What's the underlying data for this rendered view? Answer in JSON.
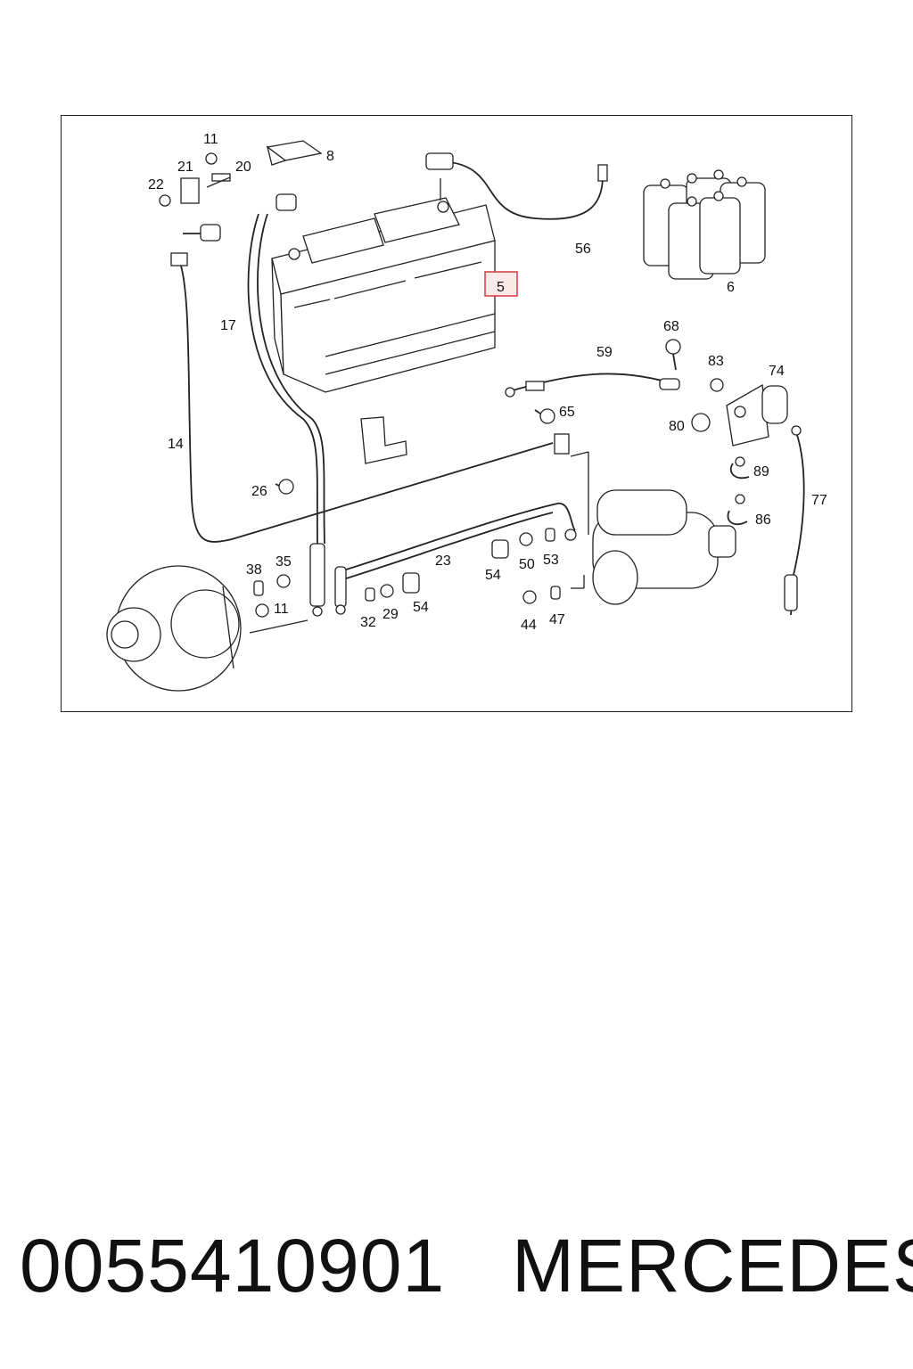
{
  "callouts": {
    "c11a": "11",
    "c8": "8",
    "c21": "21",
    "c20": "20",
    "c22": "22",
    "c56": "56",
    "c6": "6",
    "c5": "5",
    "c17": "17",
    "c68": "68",
    "c59": "59",
    "c83": "83",
    "c74": "74",
    "c65": "65",
    "c80": "80",
    "c14": "14",
    "c89": "89",
    "c26": "26",
    "c77": "77",
    "c86": "86",
    "c38": "38",
    "c35": "35",
    "c23": "23",
    "c54a": "54",
    "c50": "50",
    "c53": "53",
    "c11b": "11",
    "c32": "32",
    "c29": "29",
    "c54b": "54",
    "c44": "44",
    "c47": "47"
  },
  "highlight_color": "#d9383a",
  "footer": {
    "part_number": "0055410901",
    "brand": "MERCEDES"
  }
}
